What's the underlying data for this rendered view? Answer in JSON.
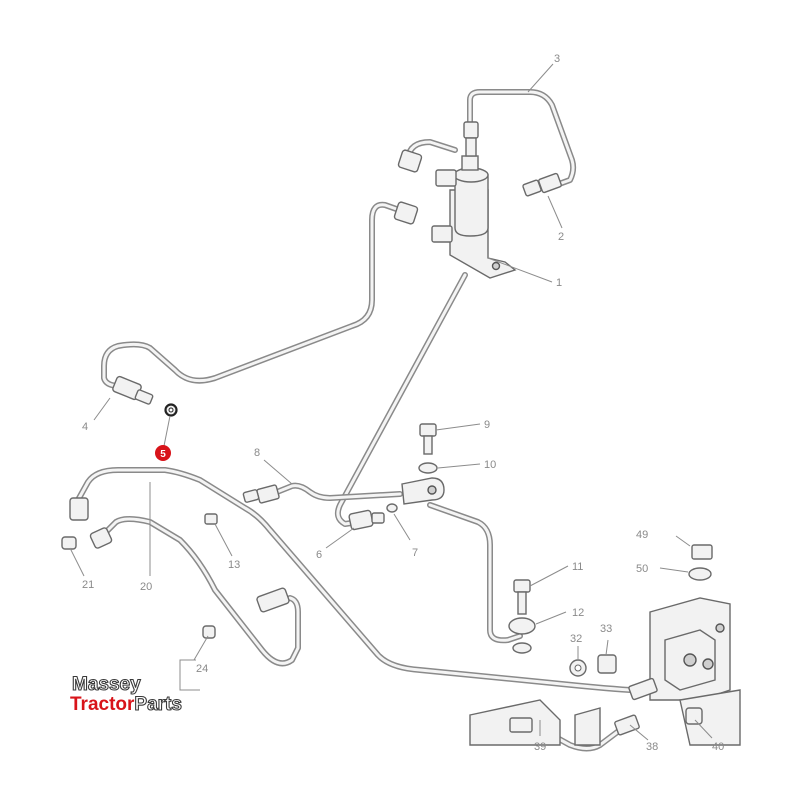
{
  "diagram": {
    "callouts": [
      "1",
      "2",
      "3",
      "4",
      "5",
      "6",
      "7",
      "8",
      "9",
      "10",
      "11",
      "12",
      "13",
      "20",
      "21",
      "24",
      "32",
      "33",
      "38",
      "39",
      "40",
      "49",
      "50"
    ],
    "highlighted_callout": "5",
    "highlight_color": "#d8141a"
  },
  "watermark": {
    "line1": "Massey",
    "line2_red": "Tractor",
    "line2_grey": "Parts"
  }
}
